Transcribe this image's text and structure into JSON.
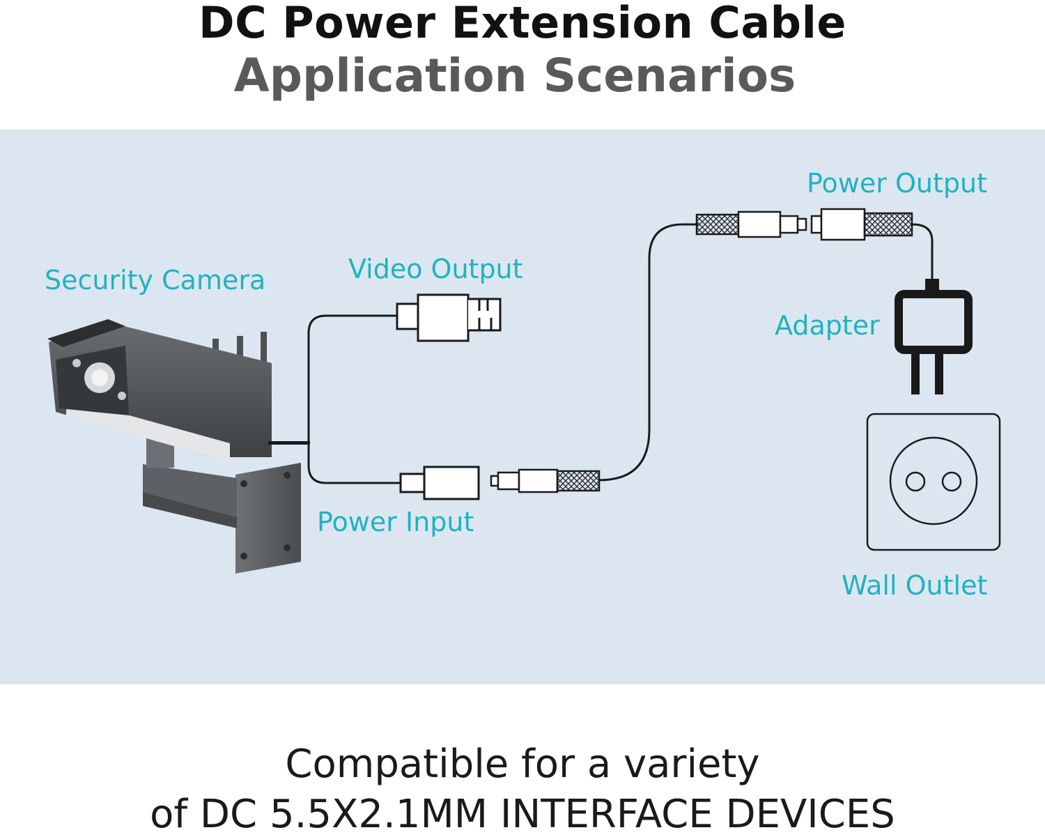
{
  "header": {
    "title": "DC Power Extension Cable",
    "subtitle": "Application Scenarios"
  },
  "diagram": {
    "labels": {
      "security_camera": "Security Camera",
      "video_output": "Video Output",
      "power_input": "Power Input",
      "power_output": "Power Output",
      "adapter": "Adapter",
      "wall_outlet": "Wall Outlet"
    },
    "colors": {
      "panel_bg": "#dce6f1",
      "label": "#1fb3bf",
      "line": "#1a1a1a",
      "camera": "#55585c"
    }
  },
  "footer": {
    "line1": "Compatible for a variety",
    "line2": "of DC 5.5X2.1MM INTERFACE DEVICES"
  }
}
